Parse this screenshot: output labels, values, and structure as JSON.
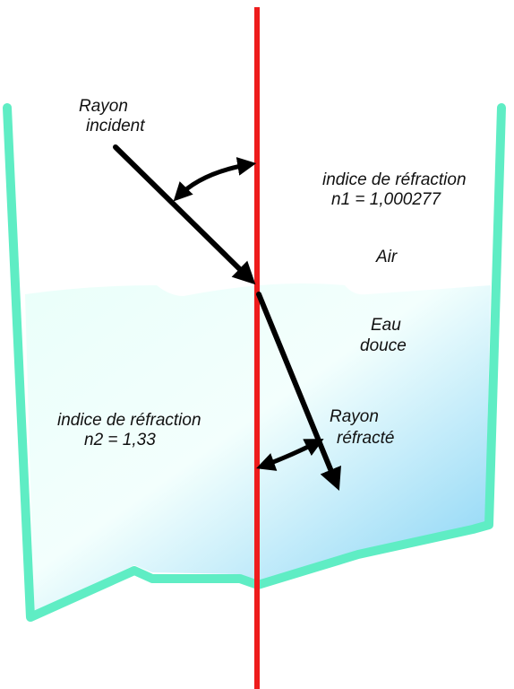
{
  "labels": {
    "incident_line1": "Rayon",
    "incident_line2": "incident",
    "air_index_line1": "indice de réfraction",
    "air_index_line2": "n1 = 1,000277",
    "air": "Air",
    "water_line1": "Eau",
    "water_line2": "douce",
    "water_index_line1": "indice de réfraction",
    "water_index_line2": "n2 = 1,33",
    "refracted_line1": "Rayon",
    "refracted_line2": "réfracté"
  },
  "colors": {
    "normal_line": "#ee1c1c",
    "glass": "#5fedc4",
    "water_light": "#eafffa",
    "water_deep": "#7fd0f5",
    "ray": "#000000",
    "text": "#111111"
  }
}
